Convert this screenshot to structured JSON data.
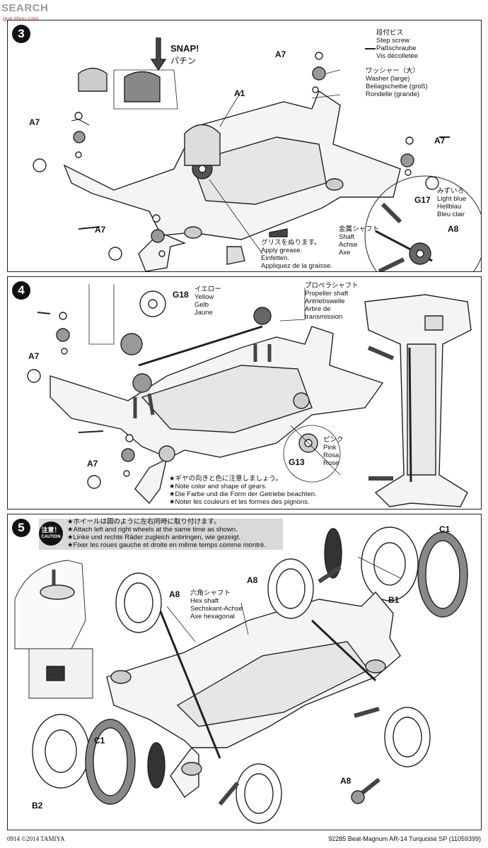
{
  "watermark": {
    "text": "SEARCH",
    "url": "gua.shou.com"
  },
  "step3": {
    "number": "3",
    "snap": "SNAP!",
    "snap_jp": "パチン",
    "labels": {
      "a1": "A1",
      "a7_top": "A7",
      "a7_left": "A7",
      "a7_right": "A7",
      "a7_bottom": "A7",
      "g17": "G17",
      "a8": "A8"
    },
    "step_screw": [
      "段付ビス",
      "Step screw",
      "Paßschraube",
      "Vis décolletée"
    ],
    "washer": [
      "ワッシャー（大）",
      "Washer (large)",
      "Beilagscheibe (groß)",
      "Rondelle (grande)"
    ],
    "light_blue": [
      "みずいろ",
      "Light blue",
      "Hellblau",
      "Bleu clair"
    ],
    "shaft": [
      "金属シャフト",
      "Shaft",
      "Achse",
      "Axe"
    ],
    "grease": [
      "グリスをぬります。",
      "Apply grease.",
      "Einfetten.",
      "Appliquez de la graisse."
    ]
  },
  "step4": {
    "number": "4",
    "labels": {
      "g18": "G18",
      "g13": "G13",
      "a7_top": "A7",
      "a7_bottom": "A7"
    },
    "yellow": [
      "イエロー",
      "Yellow",
      "Gelb",
      "Jaune"
    ],
    "propeller": [
      "プロペラシャフト",
      "Propeller shaft",
      "Antriebswelle",
      "Arbre de",
      "transmission"
    ],
    "pink": [
      "ピンク",
      "Pink",
      "Rosa",
      "Rose"
    ],
    "notes": [
      "★ギヤの向きと色に注意しましょう。",
      "★Note color and shape of gears.",
      "★Die Farbe und die Form der Getriebe beachten.",
      "★Noter les couleurs et les formes des pignons."
    ]
  },
  "step5": {
    "number": "5",
    "caution_jp": "注意！",
    "caution_en": "CAUTION",
    "notes": [
      "★ホイールは図のように左右同時に取り付けます。",
      "★Attach left and right wheels at the same time as shown.",
      "★Linke und rechte Räder zugleich anbringen, wie gezeigt.",
      "★Fixer les roues gauche et droite en même temps comme montré."
    ],
    "labels": {
      "c1_top": "C1",
      "b1": "B1",
      "a8_left": "A8",
      "a8_mid": "A8",
      "a8_bottom": "A8",
      "c1_bottom": "C1",
      "b2": "B2"
    },
    "hex": [
      "六角シャフト",
      "Hex shaft",
      "Sechskant-Achse",
      "Axe hexagonal"
    ]
  },
  "footer": {
    "left": "0914 ©2014 TAMIYA",
    "right": "92285  Beat-Magnum AR-14 Turquoise SP (11059399)"
  }
}
